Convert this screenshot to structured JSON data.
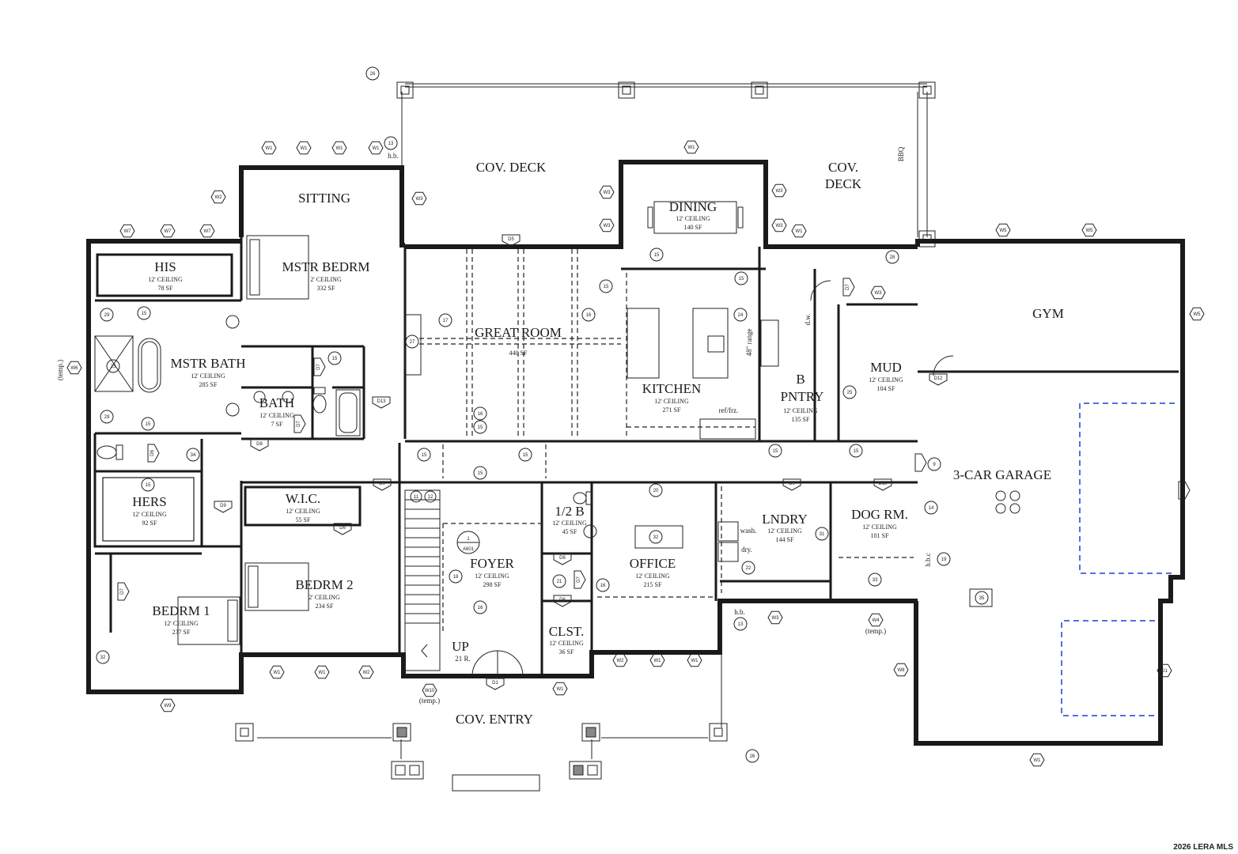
{
  "rooms": [
    {
      "id": "sitting",
      "name": "SITTING",
      "ceiling": "",
      "area": ""
    },
    {
      "id": "mstr_bedrm",
      "name": "MSTR BEDRM",
      "ceiling": "2' CEILING",
      "area": "332 SF"
    },
    {
      "id": "his",
      "name": "HIS",
      "ceiling": "12' CEILING",
      "area": "78 SF"
    },
    {
      "id": "mstr_bath",
      "name": "MSTR BATH",
      "ceiling": "12' CEILING",
      "area": "285 SF"
    },
    {
      "id": "bath",
      "name": "BATH",
      "ceiling": "12' CEILING",
      "area": "7 SF"
    },
    {
      "id": "hers",
      "name": "HERS",
      "ceiling": "12' CEILING",
      "area": "92 SF"
    },
    {
      "id": "wic",
      "name": "W.I.C.",
      "ceiling": "12' CEILING",
      "area": "55 SF"
    },
    {
      "id": "bedrm2",
      "name": "BEDRM 2",
      "ceiling": "2' CEILING",
      "area": "234 SF"
    },
    {
      "id": "bedrm1",
      "name": "BEDRM 1",
      "ceiling": "12' CEILING",
      "area": "237 SF"
    },
    {
      "id": "great_room",
      "name": "GREAT ROOM",
      "ceiling": "",
      "area": "440 SF"
    },
    {
      "id": "dining",
      "name": "DINING",
      "ceiling": "12' CEILING",
      "area": "140 SF"
    },
    {
      "id": "kitchen",
      "name": "KITCHEN",
      "ceiling": "12' CEILING",
      "area": "271 SF"
    },
    {
      "id": "b_pntry",
      "name": "B\nPNTRY",
      "ceiling": "12' CEILING",
      "area": "135 SF"
    },
    {
      "id": "mud",
      "name": "MUD",
      "ceiling": "12' CEILING",
      "area": "104 SF"
    },
    {
      "id": "gym",
      "name": "GYM",
      "ceiling": "",
      "area": ""
    },
    {
      "id": "garage",
      "name": "3-CAR GARAGE",
      "ceiling": "",
      "area": ""
    },
    {
      "id": "foyer",
      "name": "FOYER",
      "ceiling": "12' CEILING",
      "area": "298 SF"
    },
    {
      "id": "half_bath",
      "name": "1/2 B",
      "ceiling": "12' CEILING",
      "area": "45 SF"
    },
    {
      "id": "office",
      "name": "OFFICE",
      "ceiling": "12' CEILING",
      "area": "215 SF"
    },
    {
      "id": "clst",
      "name": "CLST.",
      "ceiling": "12' CEILING",
      "area": "36 SF"
    },
    {
      "id": "lndry",
      "name": "LNDRY",
      "ceiling": "12' CEILING",
      "area": "144 SF"
    },
    {
      "id": "dog_rm",
      "name": "DOG RM.",
      "ceiling": "12' CEILING",
      "area": "101 SF"
    }
  ],
  "outdoor": {
    "cov_deck_left": "COV. DECK",
    "cov_deck_right_1": "COV.",
    "cov_deck_right_2": "DECK",
    "cov_entry": "COV. ENTRY"
  },
  "labels": {
    "temp_left": "(temp.)",
    "temp_entry": "(temp.)",
    "temp_dog": "(temp.)",
    "hb_top": "h.b.",
    "hb_bottom": "h.b.",
    "hbc": "h.b.c",
    "up_1": "UP",
    "up_2": "21 R.",
    "wash": "wash.",
    "dry": "dry.",
    "ref_frz": "ref/frz.",
    "bbq": "BBQ",
    "section_num": "1",
    "section_sheet": "A601",
    "dw": "d.w.",
    "range": "48\" range"
  },
  "tags": {
    "t15": "15",
    "t16": "16",
    "t17": "17",
    "t18": "18",
    "t19": "19",
    "t20": "20",
    "t21": "21",
    "t22": "22",
    "t23": "23",
    "t24": "24",
    "t25": "25",
    "t26": "26",
    "t27": "27",
    "t28": "28",
    "t29": "29",
    "t31": "31",
    "t32": "32",
    "t33": "33",
    "t34": "34",
    "t35": "35",
    "t9": "9",
    "t11": "11",
    "t12": "12",
    "t13": "13",
    "t14": "14",
    "w1": "W1",
    "w2": "W2",
    "w3": "W3",
    "w4": "W4",
    "w5": "W5",
    "w6": "W6",
    "w7": "W7",
    "w8": "W8",
    "w9": "W9",
    "w10": "W10",
    "d1": "D1",
    "d5": "D5",
    "d6": "D6",
    "d7": "D7",
    "d8": "D8",
    "d9": "D9",
    "d10": "D10",
    "d12": "D12",
    "d13": "D13"
  },
  "credit": "2026 LERA MLS"
}
